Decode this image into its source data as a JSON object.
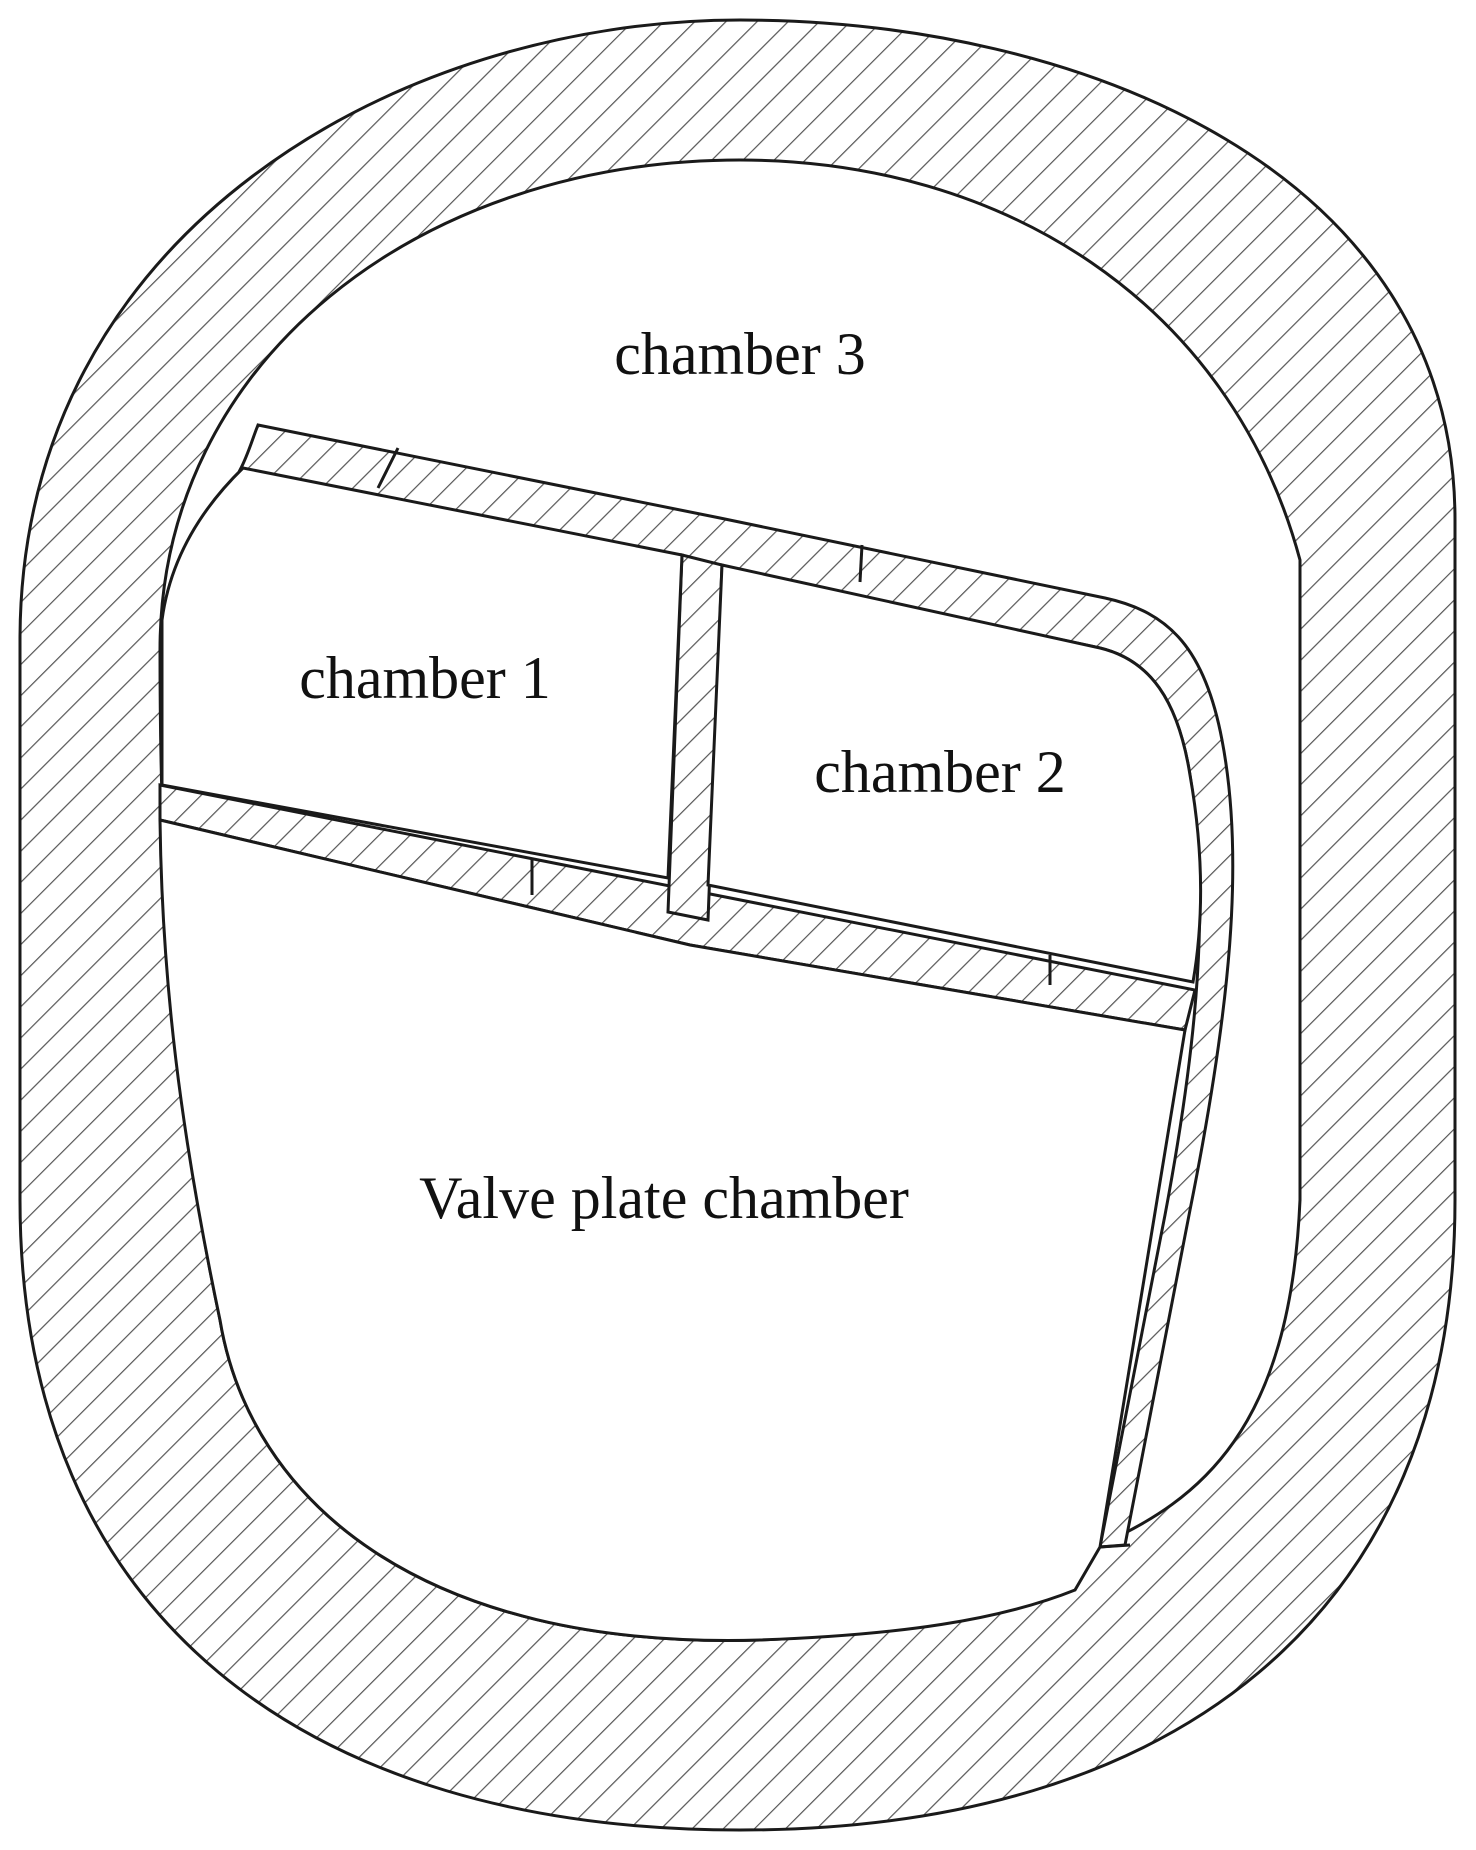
{
  "labels": {
    "chamber_3": "chamber 3",
    "chamber_1": "chamber 1",
    "chamber_2": "chamber 2",
    "valve_plate_chamber": "Valve plate chamber"
  },
  "colors": {
    "background": "#ffffff",
    "hatch_line": "#555555",
    "outline": "#1a1a1a",
    "chamber_fill": "#ffffff"
  }
}
